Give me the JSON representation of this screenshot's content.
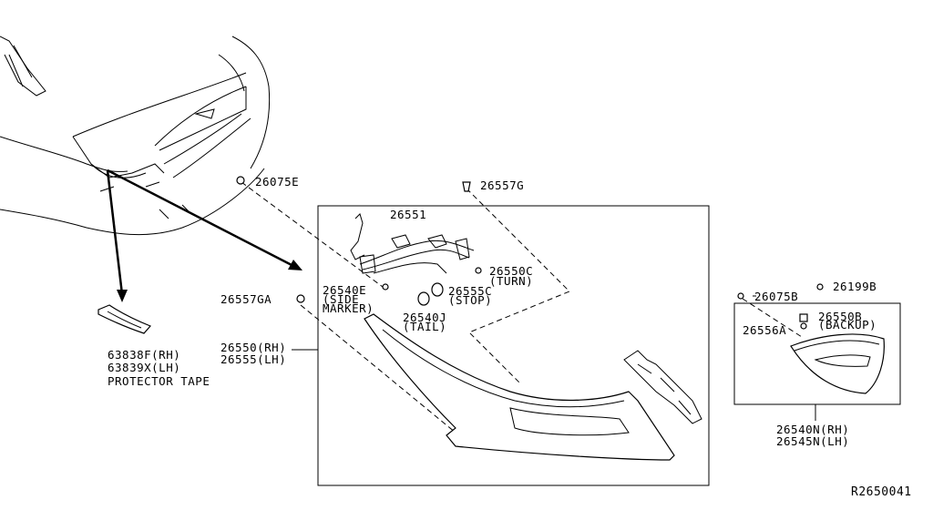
{
  "diagram": {
    "labels": {
      "p26075E": "26075E",
      "p26557G": "26557G",
      "p26551": "26551",
      "p26550C": "26550C",
      "turn": "(TURN)",
      "p26540E": "26540E",
      "side": "(SIDE",
      "marker": "MARKER)",
      "p26555C": "26555C",
      "stop": "(STOP)",
      "p26557GA": "26557GA",
      "p26540J": "26540J",
      "tail": "(TAIL)",
      "p26550RH": "26550(RH)",
      "p26555LH": "26555(LH)",
      "p63838F": "63838F(RH)",
      "p63839X": "63839X(LH)",
      "protector": "PROTECTOR TAPE",
      "p26075B": "26075B",
      "p26199B": "26199B",
      "p26550B": "26550B",
      "backup": "(BACKUP)",
      "p26556A": "26556A",
      "p26540N": "26540N(RH)",
      "p26545N": "26545N(LH)",
      "code": "R2650041"
    }
  }
}
